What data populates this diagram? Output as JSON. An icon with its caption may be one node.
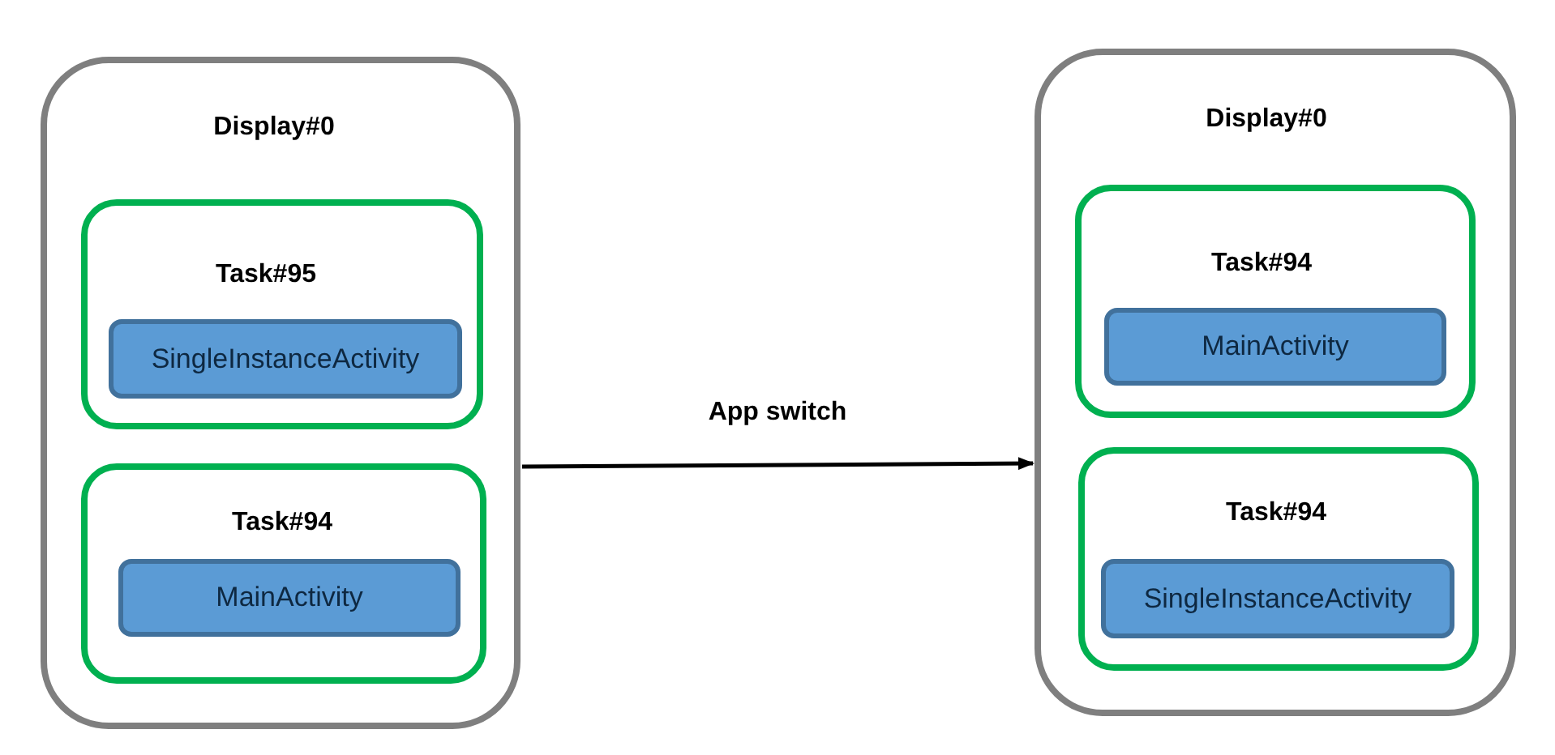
{
  "diagram": {
    "nodes": [
      {
        "text": [
          "Display#0"
        ]
      },
      {
        "text": [
          "Task#95"
        ],
        "in": 0
      },
      {
        "text": [
          "SingleInstanceActivity"
        ],
        "in": 1
      },
      {
        "text": [
          "Task#94"
        ],
        "in": 0
      },
      {
        "text": [
          "MainActivity"
        ],
        "in": 3
      },
      {
        "text": [
          "Display#0"
        ]
      },
      {
        "text": [
          "Task#94"
        ],
        "in": 5
      },
      {
        "text": [
          "MainActivity"
        ],
        "in": 6
      },
      {
        "text": [
          "Task#94"
        ],
        "in": 5
      },
      {
        "text": [
          "SingleInstanceActivity"
        ],
        "in": 8
      }
    ],
    "edges": [
      {
        "from": 0,
        "to": 5,
        "arrow": "to",
        "label": "App switch"
      }
    ]
  }
}
